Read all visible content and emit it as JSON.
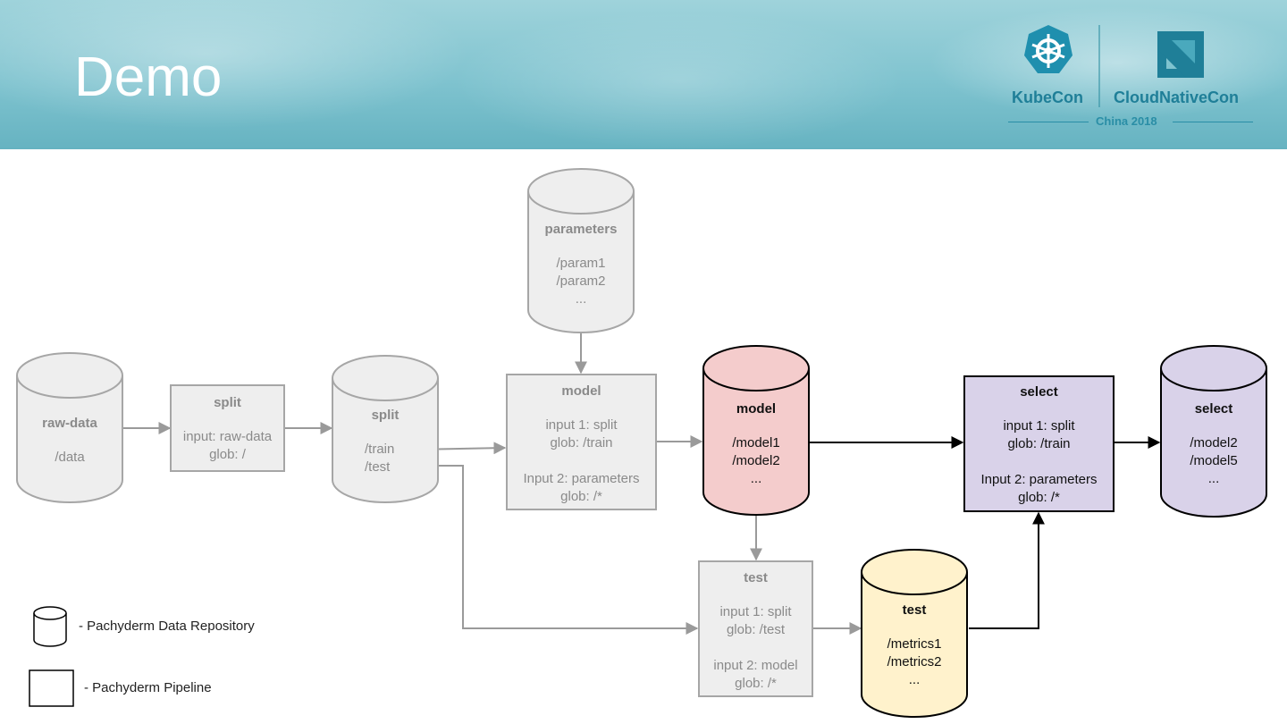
{
  "header": {
    "title": "Demo",
    "logo": {
      "left_text": "KubeCon",
      "right_text": "CloudNativeCon",
      "sub_text": "China 2018"
    }
  },
  "nodes": {
    "raw_data_repo": {
      "title": "raw-data",
      "lines": [
        "/data"
      ]
    },
    "split_pipeline": {
      "title": "split",
      "lines": [
        "input: raw-data",
        "glob: /"
      ]
    },
    "split_repo": {
      "title": "split",
      "lines": [
        "/train",
        "/test"
      ]
    },
    "parameters_repo": {
      "title": "parameters",
      "lines": [
        "/param1",
        "/param2",
        "..."
      ]
    },
    "model_pipeline": {
      "title": "model",
      "lines": [
        "input 1: split",
        "glob: /train",
        "",
        "Input 2: parameters",
        "glob: /*"
      ]
    },
    "model_repo": {
      "title": "model",
      "lines": [
        "/model1",
        "/model2",
        "..."
      ]
    },
    "select_pipeline": {
      "title": "select",
      "lines": [
        "input 1: split",
        "glob: /train",
        "",
        "Input 2: parameters",
        "glob: /*"
      ]
    },
    "select_repo": {
      "title": "select",
      "lines": [
        "/model2",
        "/model5",
        "..."
      ]
    },
    "test_pipeline": {
      "title": "test",
      "lines": [
        "input 1: split",
        "glob: /test",
        "",
        "input 2: model",
        "glob: /*"
      ]
    },
    "test_repo": {
      "title": "test",
      "lines": [
        "/metrics1",
        "/metrics2",
        "..."
      ]
    }
  },
  "legend": {
    "repository_label": "- Pachyderm Data Repository",
    "pipeline_label": "- Pachyderm Pipeline"
  },
  "colors": {
    "inactive_fill": "#eeeeee",
    "inactive_stroke": "#a6a6a6",
    "model_fill": "#f4cccc",
    "select_fill": "#d9d2e9",
    "test_fill": "#fff2cc",
    "active_stroke": "#000000"
  }
}
